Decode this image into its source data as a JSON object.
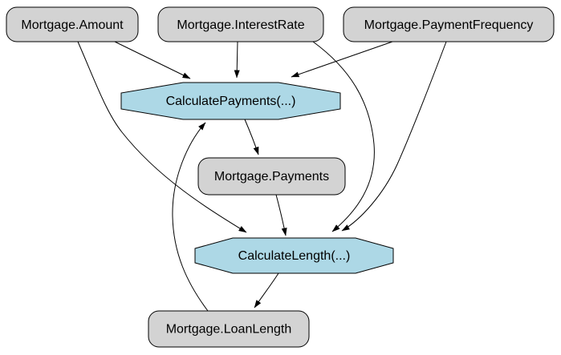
{
  "diagram": {
    "kind": "dependency-graph",
    "colors": {
      "background": "#ffffff",
      "variable_fill": "#d3d3d3",
      "function_fill": "#add8e6",
      "border": "#000000",
      "edge": "#000000"
    },
    "nodes": [
      {
        "id": "mortgage-amount",
        "label": "Mortgage.Amount",
        "kind": "variable"
      },
      {
        "id": "mortgage-interest-rate",
        "label": "Mortgage.InterestRate",
        "kind": "variable"
      },
      {
        "id": "mortgage-payment-frequency",
        "label": "Mortgage.PaymentFrequency",
        "kind": "variable"
      },
      {
        "id": "calculate-payments",
        "label": "CalculatePayments(...)",
        "kind": "function"
      },
      {
        "id": "mortgage-payments",
        "label": "Mortgage.Payments",
        "kind": "variable"
      },
      {
        "id": "calculate-length",
        "label": "CalculateLength(...)",
        "kind": "function"
      },
      {
        "id": "mortgage-loan-length",
        "label": "Mortgage.LoanLength",
        "kind": "variable"
      }
    ],
    "edges": [
      {
        "from": "Mortgage.Amount",
        "to": "CalculatePayments(...)"
      },
      {
        "from": "Mortgage.InterestRate",
        "to": "CalculatePayments(...)"
      },
      {
        "from": "Mortgage.PaymentFrequency",
        "to": "CalculatePayments(...)"
      },
      {
        "from": "Mortgage.Amount",
        "to": "CalculateLength(...)"
      },
      {
        "from": "Mortgage.InterestRate",
        "to": "CalculateLength(...)"
      },
      {
        "from": "Mortgage.PaymentFrequency",
        "to": "CalculateLength(...)"
      },
      {
        "from": "CalculatePayments(...)",
        "to": "Mortgage.Payments"
      },
      {
        "from": "Mortgage.Payments",
        "to": "CalculateLength(...)"
      },
      {
        "from": "CalculateLength(...)",
        "to": "Mortgage.LoanLength"
      },
      {
        "from": "Mortgage.LoanLength",
        "to": "CalculatePayments(...)"
      }
    ]
  }
}
